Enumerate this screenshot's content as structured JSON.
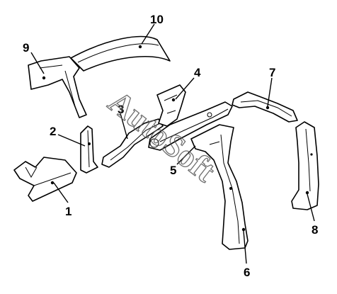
{
  "diagram": {
    "callouts": {
      "c1": "1",
      "c2": "2",
      "c3": "3",
      "c4": "4",
      "c5": "5",
      "c6": "6",
      "c7": "7",
      "c8": "8",
      "c9": "9",
      "c10": "10"
    },
    "watermark": "AutoSoft"
  }
}
